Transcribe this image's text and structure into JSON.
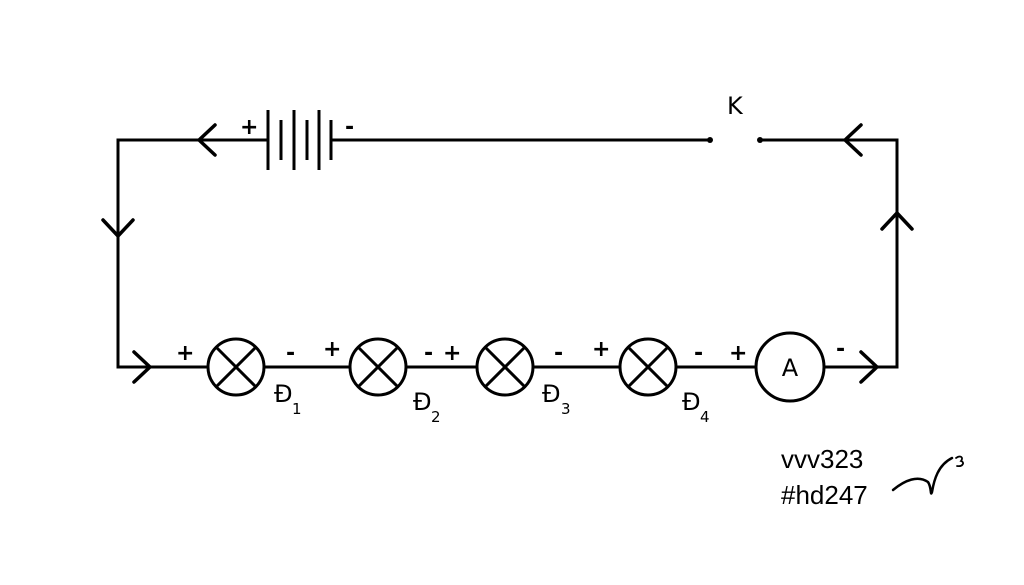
{
  "battery": {
    "plus": "+",
    "minus": "-"
  },
  "switch": {
    "label": "K"
  },
  "lamps": [
    {
      "plus": "+",
      "minus": "-",
      "label": "Đ",
      "sub": "1"
    },
    {
      "plus": "+",
      "minus": "-",
      "label": "Đ",
      "sub": "2"
    },
    {
      "plus": "+",
      "minus": "-",
      "label": "Đ",
      "sub": "3"
    },
    {
      "plus": "+",
      "minus": "-",
      "label": "Đ",
      "sub": "4"
    }
  ],
  "ammeter": {
    "symbol": "A",
    "plus": "+",
    "minus": "-"
  },
  "watermark": {
    "line1": "vvv323",
    "line2": "#hd247"
  }
}
